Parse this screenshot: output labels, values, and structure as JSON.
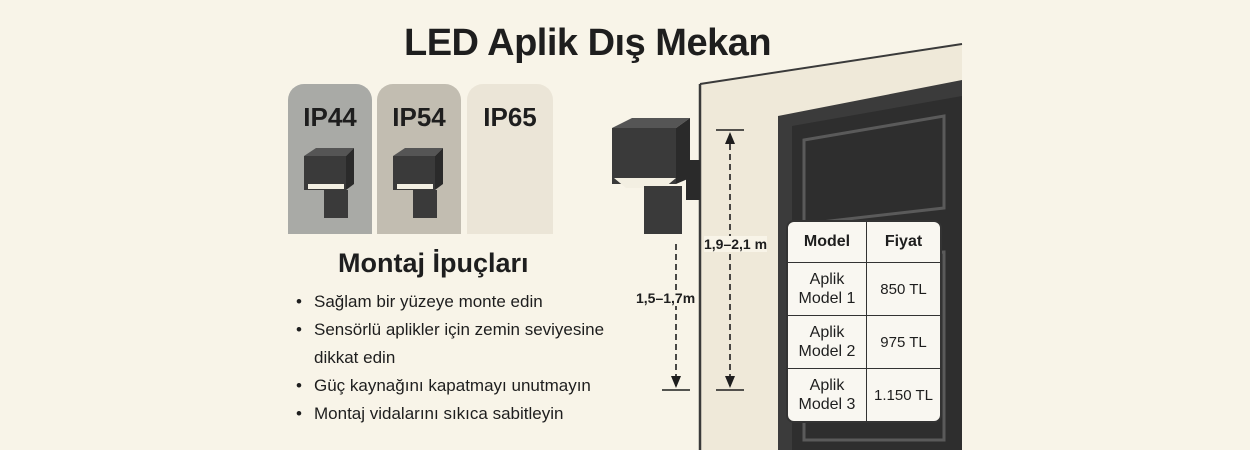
{
  "title": "LED Aplik Dış Mekan",
  "ip_ratings": [
    "IP44",
    "IP54",
    "IP65"
  ],
  "mounting_tips": {
    "heading": "Montaj İpuçları",
    "items": [
      "Sağlam bir yüzeye monte edin",
      "Sensörlü aplikler için zemin seviyesine dikkat edin",
      "Güç kaynağını kapatmayı unutmayın",
      "Montaj vidalarını sıkıca sabitleyin"
    ]
  },
  "dimensions": {
    "wall_height": "1,9–2,1 m",
    "floor_height": "1,5–1,7m"
  },
  "price_table": {
    "headers": [
      "Model",
      "Fiyat"
    ],
    "rows": [
      {
        "model": "Aplik Model 1",
        "price": "850 TL"
      },
      {
        "model": "Aplik Model 2",
        "price": "975 TL"
      },
      {
        "model": "Aplik Model 3",
        "price": "1.150 TL"
      }
    ]
  },
  "colors": {
    "background": "#f8f4e8",
    "lamp": "#3a3a3a",
    "door": "#3b3b3b",
    "wall": "#efe9d9"
  }
}
